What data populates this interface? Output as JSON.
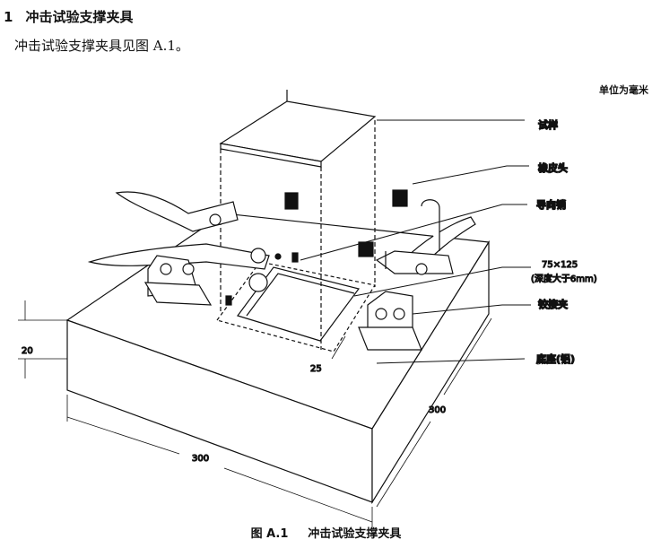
{
  "section": {
    "number": "1",
    "title": "冲击试验支撑夹具"
  },
  "paragraph": "冲击试验支撑夹具见图 A.1。",
  "unit_note": "单位为毫米",
  "labels": {
    "specimen": "试样",
    "rubber_head": "橡皮头",
    "guide_pin": "导向销",
    "window_size": "75×125",
    "window_depth": "(深度大于6mm)",
    "hinge_clamp": "铰接夹",
    "base": "底座(铝)"
  },
  "dimensions": {
    "height": "20",
    "offset": "25",
    "width": "300",
    "depth": "300"
  },
  "caption": {
    "figure": "图 A.1",
    "title": "冲击试验支撑夹具"
  }
}
